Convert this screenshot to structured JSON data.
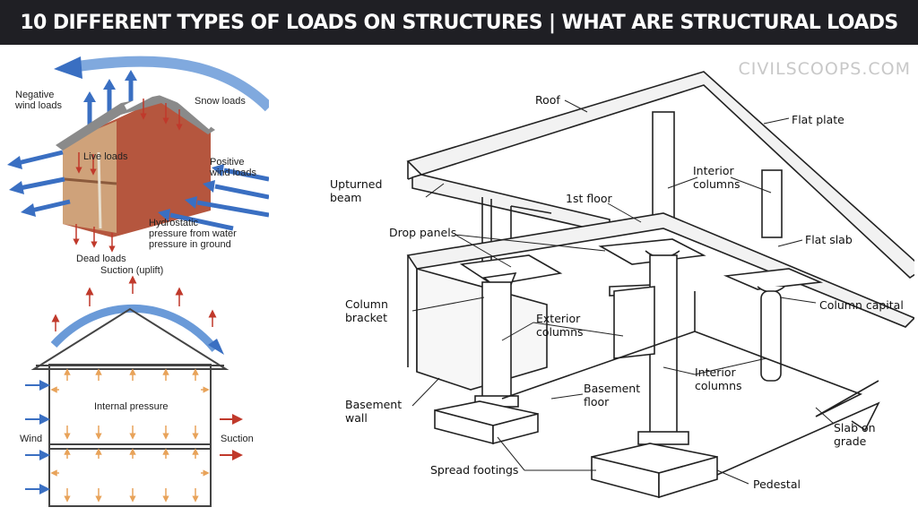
{
  "header": {
    "title": "10 DIFFERENT TYPES OF LOADS ON STRUCTURES | WHAT ARE STRUCTURAL LOADS"
  },
  "watermark": "CIVILSCOOPS.COM",
  "house_diagram": {
    "negative_wind": "Negative\nwind loads",
    "snow": "Snow loads",
    "live": "Live loads",
    "positive_wind": "Positive\nwind loads",
    "hydrostatic": "Hydrostatic\npressure from water\npressure in ground",
    "dead": "Dead loads"
  },
  "pressure_diagram": {
    "suction_uplift": "Suction (uplift)",
    "internal": "Internal pressure",
    "wind": "Wind",
    "suction": "Suction"
  },
  "structure_diagram": {
    "roof": "Roof",
    "flat_plate": "Flat plate",
    "upturned_beam": "Upturned\nbeam",
    "first_floor": "1st floor",
    "interior_columns_top": "Interior\ncolumns",
    "drop_panels": "Drop panels",
    "flat_slab": "Flat slab",
    "column_bracket": "Column\nbracket",
    "column_capital": "Column capital",
    "exterior_columns": "Exterior\ncolumns",
    "interior_columns_bottom": "Interior\ncolumns",
    "basement_floor": "Basement\nfloor",
    "basement_wall": "Basement\nwall",
    "slab_on_grade": "Slab on\ngrade",
    "spread_footings": "Spread footings",
    "pedestal": "Pedestal"
  },
  "colors": {
    "banner": "#1f1f24",
    "wind_arrow": "#3a6fc2",
    "load_arrow": "#c0392b",
    "wall": "#b5563e"
  }
}
